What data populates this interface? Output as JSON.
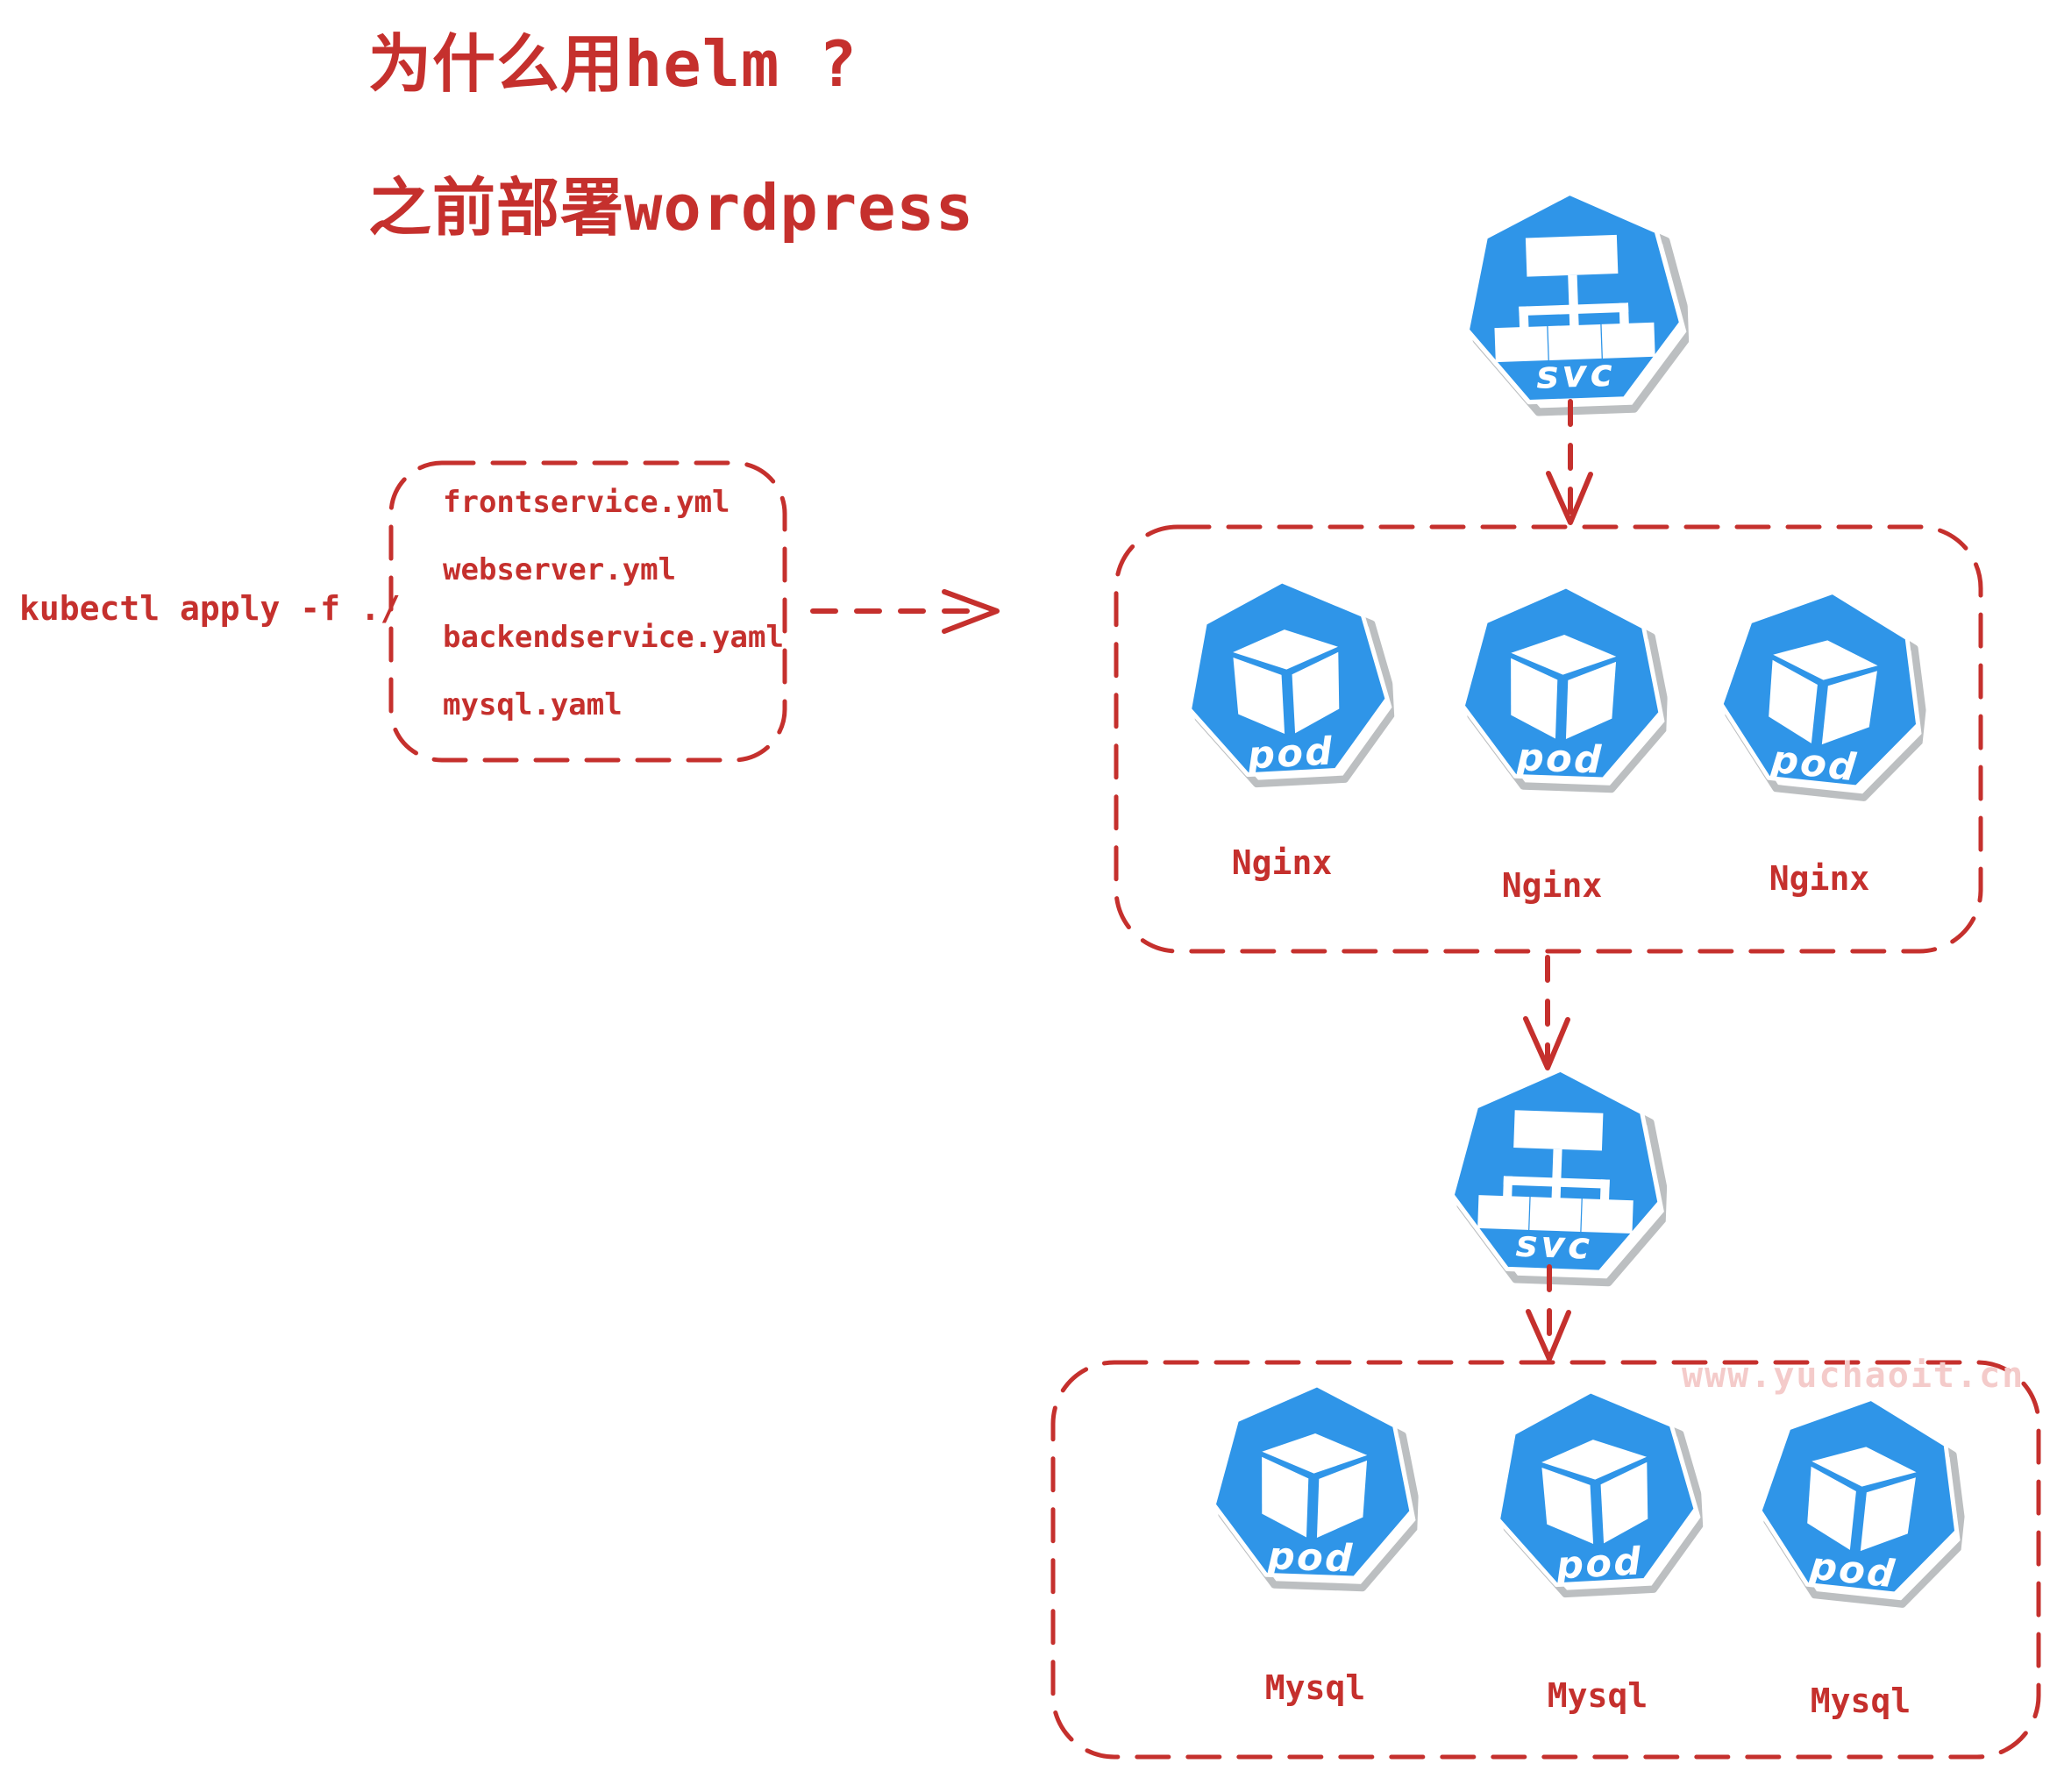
{
  "page": {
    "title_line1": "为什么用helm ?",
    "title_line2": "之前部署wordpress",
    "command": "kubectl apply -f ./",
    "watermark": "www.yuchaoit.cn"
  },
  "files_box": {
    "items": [
      "frontservice.yml",
      "webserver.yml",
      "backendservice.yaml",
      "mysql.yaml"
    ]
  },
  "icons": {
    "svc_label": "svc",
    "pod_label": "pod"
  },
  "groups": {
    "nginx": [
      "Nginx",
      "Nginx",
      "Nginx"
    ],
    "mysql": [
      "Mysql",
      "Mysql",
      "Mysql"
    ]
  },
  "colors": {
    "accent_red": "#c5302d",
    "kubernetes_blue": "#2f95e8",
    "icon_shadow_gray": "#bcbfc1",
    "watermark_pink": "#f4cbca"
  }
}
